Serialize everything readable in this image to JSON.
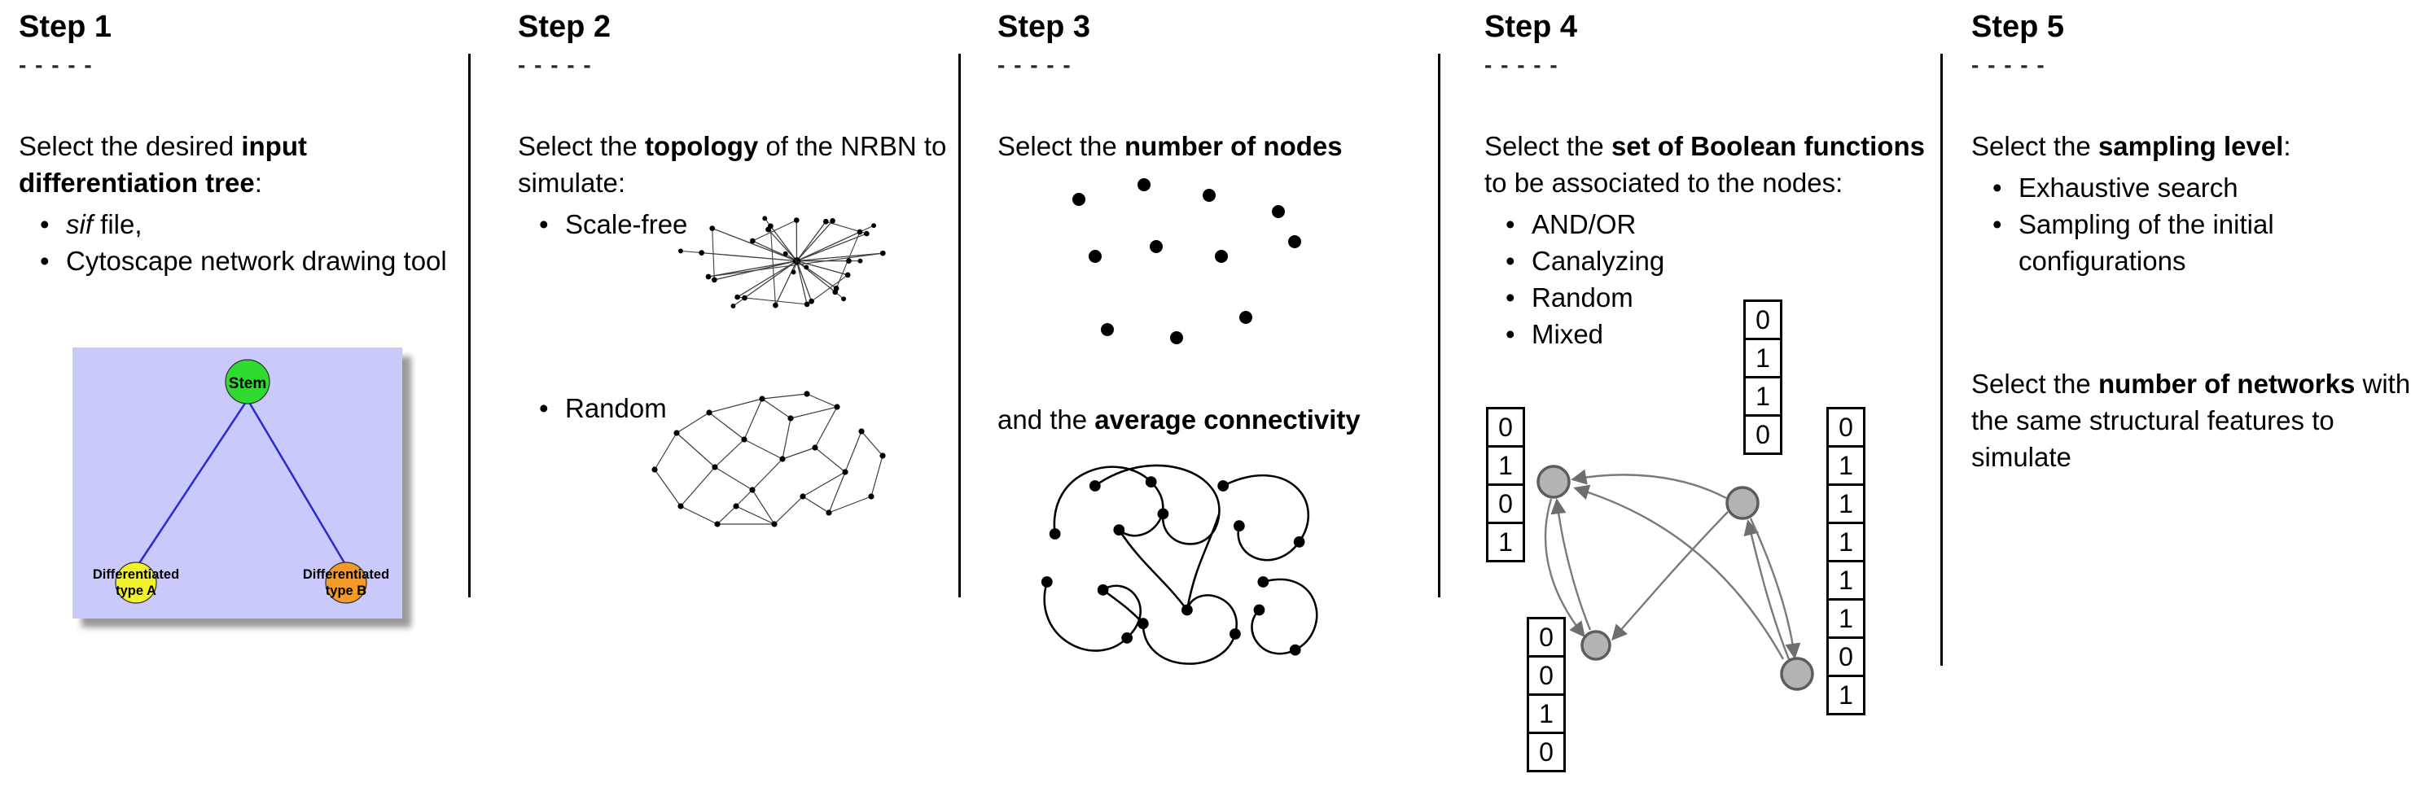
{
  "steps": [
    {
      "title": "Step 1",
      "dashes": "- - - - -",
      "intro": {
        "pre": "Select the desired ",
        "bold": "input differentiation tree",
        "post": ":"
      },
      "bullets": [
        {
          "italic": "sif",
          "text": " file,"
        },
        {
          "italic": "",
          "text": "Cytoscape network drawing tool"
        }
      ],
      "tree": {
        "bg_color": "#c9c9fb",
        "edge_color": "#2929d0",
        "root": {
          "label": "Stem",
          "color": "#2edb2e"
        },
        "left": {
          "line1": "Differentiated",
          "line2": "type A",
          "color": "#f2f22b"
        },
        "right": {
          "line1": "Differentiated",
          "line2": "type B",
          "color": "#f59a27"
        }
      }
    },
    {
      "title": "Step 2",
      "dashes": "- - - - -",
      "intro": {
        "pre": "Select the ",
        "bold": "topology",
        "post": " of the NRBN to simulate:"
      },
      "bullets": [
        {
          "label": "Scale-free"
        },
        {
          "label": "Random"
        }
      ]
    },
    {
      "title": "Step 3",
      "dashes": "- - - - -",
      "intro": {
        "pre": "Select the ",
        "bold": "number of nodes",
        "post": ""
      },
      "second": {
        "pre": "and the ",
        "bold": "average connectivity",
        "post": ""
      }
    },
    {
      "title": "Step 4",
      "dashes": "- - - - -",
      "intro": {
        "pre": "Select the ",
        "bold": "set of Boolean functions",
        "post": " to be associated to the nodes:"
      },
      "bullets": [
        "AND/OR",
        "Canalyzing",
        "Random",
        "Mixed"
      ],
      "truth_tables": {
        "top": [
          "0",
          "1",
          "1",
          "0"
        ],
        "left": [
          "0",
          "1",
          "0",
          "1"
        ],
        "bottom_left": [
          "0",
          "0",
          "1",
          "0"
        ],
        "right": [
          "0",
          "1",
          "1",
          "1",
          "1",
          "1",
          "0",
          "1"
        ]
      }
    },
    {
      "title": "Step 5",
      "dashes": "- - - - -",
      "intro": {
        "pre": "Select the ",
        "bold": "sampling level",
        "post": ":"
      },
      "bullets": [
        "Exhaustive search",
        "Sampling of the initial configurations"
      ],
      "second": {
        "pre": "Select the ",
        "bold": "number of networks",
        "post": " with the same structural features to simulate"
      }
    }
  ]
}
